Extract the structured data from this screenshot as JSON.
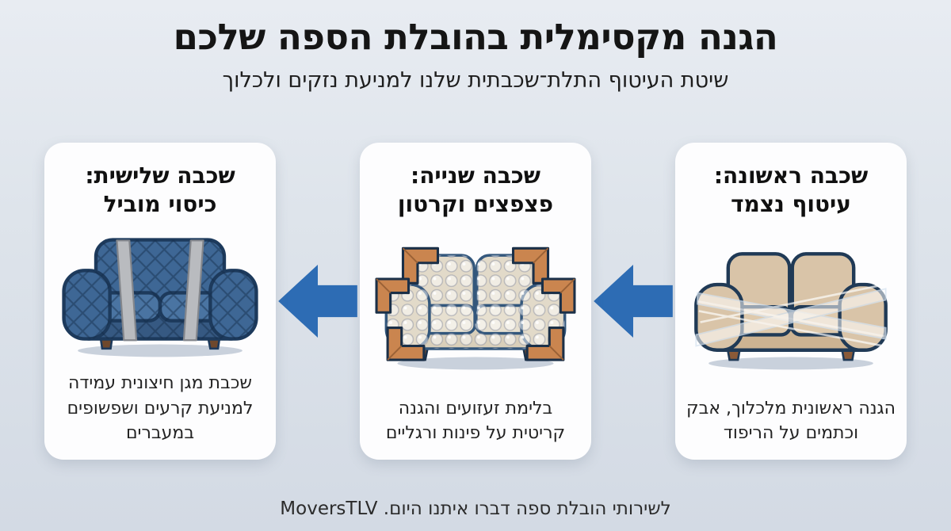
{
  "title": "הגנה מקסימלית בהובלת הספה שלכם",
  "subtitle": "שיטת העיטוף התלת־שכבתית שלנו למניעת נזקים ולכלוך",
  "steps": [
    {
      "title": "שכבה ראשונה:\nעיטוף נצמד",
      "description": "הגנה ראשונית מלכלוך, אבק וכתמים על הריפוד",
      "illustration": "sofa-wrapped-in-cling-film"
    },
    {
      "title": "שכבה שנייה:\nפצפצים וקרטון",
      "description": "בלימת זעזועים והגנה קריטית על פינות ורגליים",
      "illustration": "sofa-in-bubble-wrap-with-cardboard-corner-protectors"
    },
    {
      "title": "שכבה שלישית:\nכיסוי מוביל",
      "description": "שכבת מגן חיצונית עמידה למניעת קרעים ושפשופים במעברים",
      "illustration": "sofa-in-quilted-moving-blanket-with-straps"
    }
  ],
  "arrows": {
    "direction": "left",
    "color": "#2d6cb4"
  },
  "footer": {
    "message": "לשירותי הובלת ספה דברו איתנו היום.",
    "brand": "MoversTLV"
  },
  "colors": {
    "background_top": "#e8ecf2",
    "background_bottom": "#d3dae4",
    "card_background": "#fdfdfe",
    "arrow_blue": "#2d6cb4",
    "sofa_beige": "#d9c4a8",
    "blanket_blue": "#3e6795",
    "cardboard_orange": "#ca854f",
    "title_text": "#151515"
  }
}
